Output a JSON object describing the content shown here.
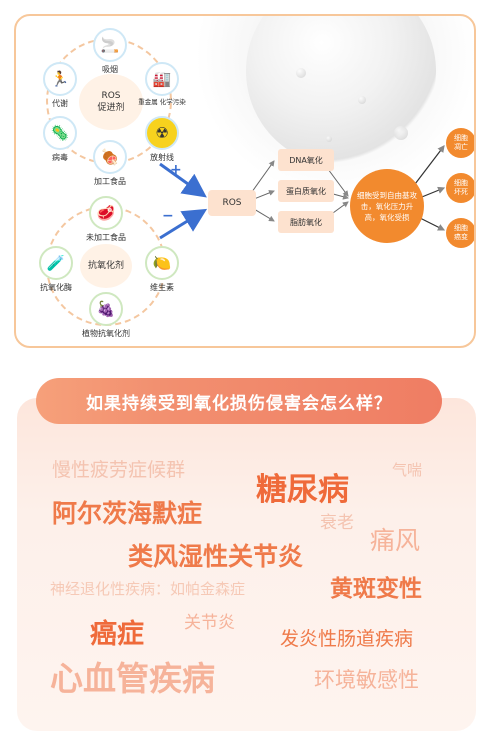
{
  "diagram": {
    "promoters_center": [
      "ROS",
      "促进剂"
    ],
    "promoters": [
      {
        "label": "吸烟",
        "icon": "🚬"
      },
      {
        "label": "重金属 化学污染",
        "icon": "🏭"
      },
      {
        "label": "放射线",
        "icon": "☢"
      },
      {
        "label": "加工食品",
        "icon": "🍖"
      },
      {
        "label": "病毒",
        "icon": "🦠"
      },
      {
        "label": "代谢",
        "icon": "🏃"
      }
    ],
    "plus_symbol": "+",
    "minus_symbol": "−",
    "antioxidant_center": "抗氧化剂",
    "antioxidants": [
      {
        "label": "未加工食品",
        "icon": "🥩"
      },
      {
        "label": "维生素",
        "icon": "🍋"
      },
      {
        "label": "植物抗氧化剂",
        "icon": "🍇"
      },
      {
        "label": "抗氧化酶",
        "icon": "🧪"
      }
    ],
    "ros_label": "ROS",
    "processes": [
      "DNA氧化",
      "蛋白质氧化",
      "脂肪氧化"
    ],
    "stress_text": "细胞受到自由基攻击，氧化压力升高，氧化受损",
    "outcomes": [
      "细胞凋亡",
      "细胞坏死",
      "细胞癌变"
    ]
  },
  "question": "如果持续受到氧化损伤侵害会怎么样？",
  "diseases": [
    {
      "text": "慢性疲劳症候群",
      "color": "#f4c3b0"
    },
    {
      "text": "糖尿病",
      "color": "#ef6a3a"
    },
    {
      "text": "气喘",
      "color": "#f4c3b0"
    },
    {
      "text": "阿尔茨海默症",
      "color": "#ef7a4a"
    },
    {
      "text": "衰老",
      "color": "#f4c3b0"
    },
    {
      "text": "痛风",
      "color": "#f6b39a"
    },
    {
      "text": "类风湿性关节炎",
      "color": "#ef7a4a"
    },
    {
      "text": "神经退化性疾病：如帕金森症",
      "color": "#f6c9b6"
    },
    {
      "text": "黄斑变性",
      "color": "#ef7a4a"
    },
    {
      "text": "关节炎",
      "color": "#f6b39a"
    },
    {
      "text": "癌症",
      "color": "#ef6a3a"
    },
    {
      "text": "发炎性肠道疾病",
      "color": "#ef7a4a"
    },
    {
      "text": "心血管疾病",
      "color": "#f6b39a"
    },
    {
      "text": "环境敏感性",
      "color": "#f6b39a"
    }
  ]
}
